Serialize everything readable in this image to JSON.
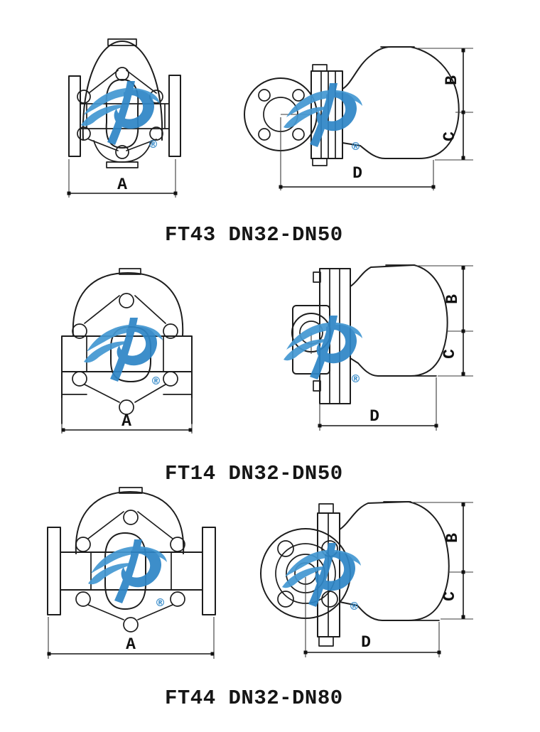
{
  "page": {
    "background": "#ffffff",
    "ink": "#1d1d1d",
    "accent_blue": "#2f86c6"
  },
  "watermark": {
    "registered": "®"
  },
  "figures": [
    {
      "caption": "FT43 DN32-DN50",
      "dims": {
        "a": "A",
        "b": "B",
        "c": "C",
        "d": "D"
      }
    },
    {
      "caption": "FT14 DN32-DN50",
      "dims": {
        "a": "A",
        "b": "B",
        "c": "C",
        "d": "D"
      }
    },
    {
      "caption": "FT44 DN32-DN80",
      "dims": {
        "a": "A",
        "b": "B",
        "c": "C",
        "d": "D"
      }
    }
  ]
}
